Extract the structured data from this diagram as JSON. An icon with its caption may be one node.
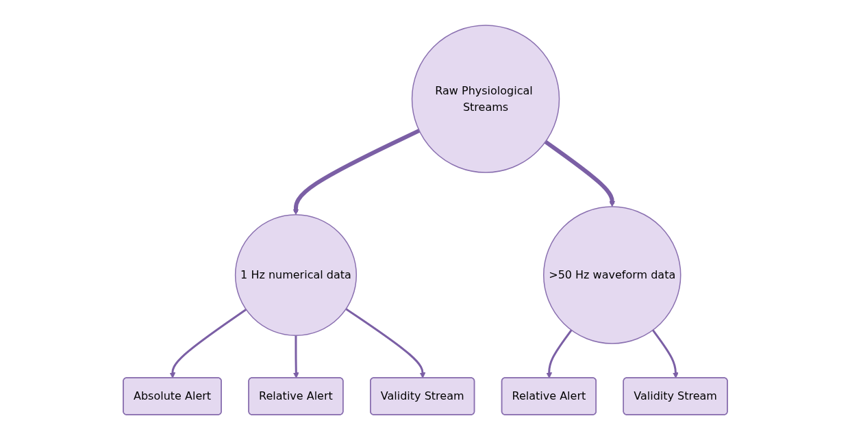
{
  "diagram": {
    "nodes": [
      {
        "text": [
          "Raw Physiological Streams"
        ]
      },
      {
        "text": [
          "1 Hz numerical data"
        ]
      },
      {
        "text": [
          ">50 Hz waveform data"
        ]
      },
      {
        "text": [
          "Absolute Alert"
        ]
      },
      {
        "text": [
          "Relative Alert"
        ]
      },
      {
        "text": [
          "Validity Stream"
        ]
      },
      {
        "text": [
          "Relative Alert"
        ]
      },
      {
        "text": [
          "Validity Stream"
        ]
      }
    ],
    "edges": [
      {
        "from": 0,
        "to": 1,
        "arrow": "to",
        "style": "thick"
      },
      {
        "from": 0,
        "to": 2,
        "arrow": "to",
        "style": "thick"
      },
      {
        "from": 1,
        "to": 3,
        "arrow": "to"
      },
      {
        "from": 1,
        "to": 4,
        "arrow": "to"
      },
      {
        "from": 1,
        "to": 5,
        "arrow": "to"
      },
      {
        "from": 2,
        "to": 6,
        "arrow": "to"
      },
      {
        "from": 2,
        "to": 7,
        "arrow": "to"
      }
    ]
  }
}
